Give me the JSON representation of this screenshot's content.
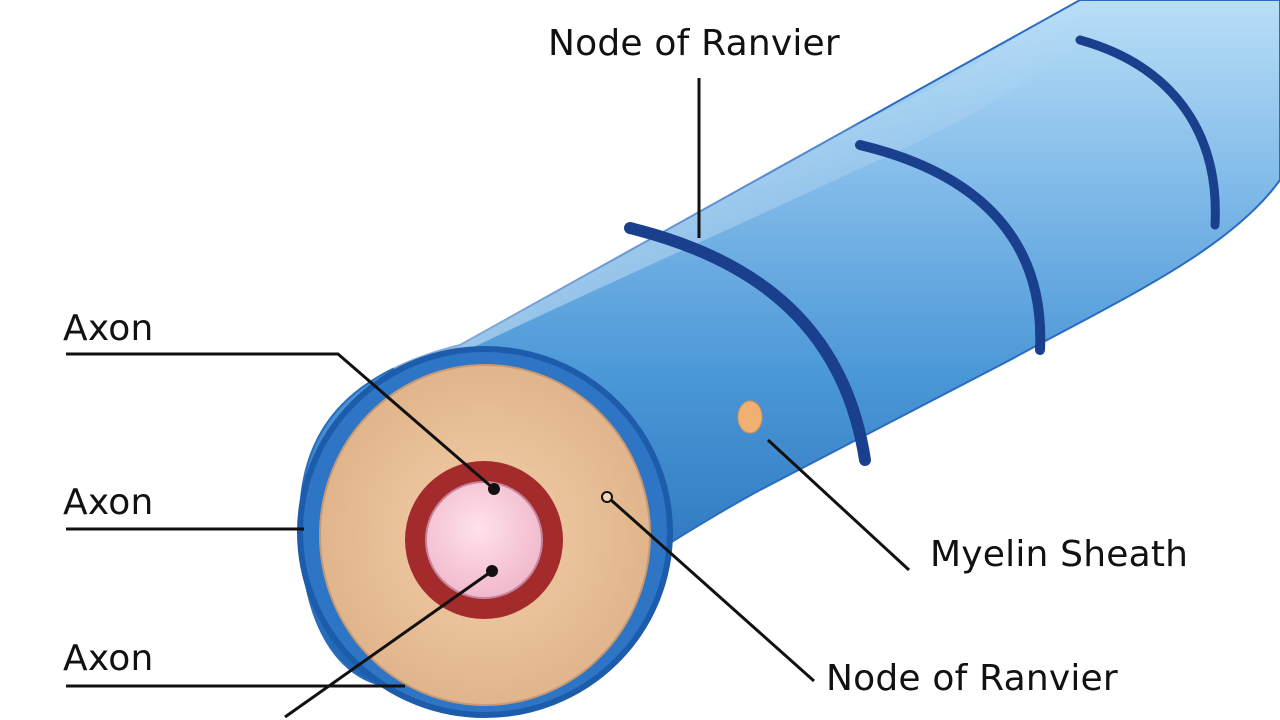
{
  "labels": {
    "top_node": "Node of Ranvier",
    "axon_1": "Axon",
    "axon_2": "Axon",
    "axon_3": "Axon",
    "myelin": "Myelin Sheath",
    "bottom_node": "Node of Ranvier"
  },
  "colors": {
    "sheath_light": "#8ec3ea",
    "sheath_mid": "#3f8fd4",
    "sheath_dark": "#1f5fae",
    "node_band": "#1a3f8d",
    "cross_section": "#e8bb91",
    "axon_ring": "#a32b2b",
    "axon_core": "#f5bfd3",
    "small_orange": "#efb072",
    "line": "#111111"
  }
}
